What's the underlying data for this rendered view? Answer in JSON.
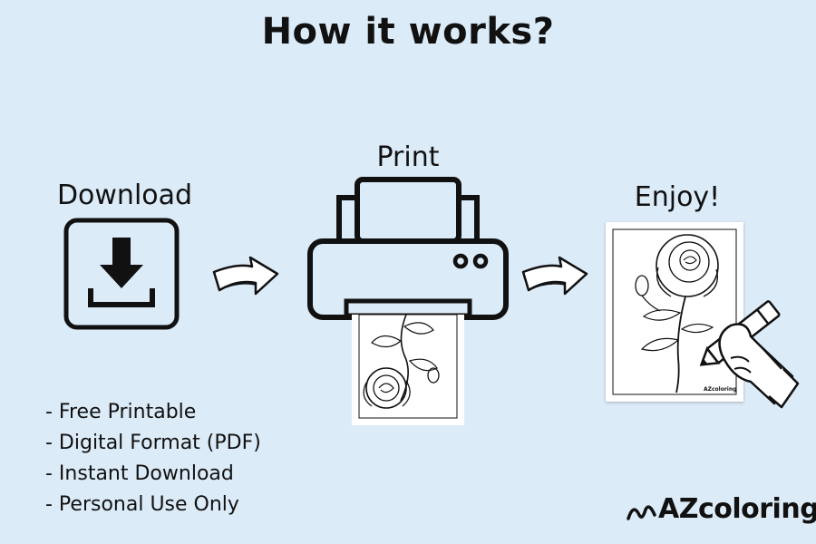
{
  "title": "How it works?",
  "steps": [
    {
      "label": "Download",
      "icon": "download-icon"
    },
    {
      "label": "Print",
      "icon": "printer-icon"
    },
    {
      "label": "Enjoy!",
      "icon": "coloring-page-hand-icon"
    }
  ],
  "features": [
    "- Free Printable",
    "- Digital Format (PDF)",
    "- Instant Download",
    "- Personal Use Only"
  ],
  "brand": {
    "name": "AZcoloring",
    "mini": "AZcoloring"
  },
  "colors": {
    "background": "#dcebf8",
    "ink": "#111111",
    "paper": "#ffffff"
  }
}
